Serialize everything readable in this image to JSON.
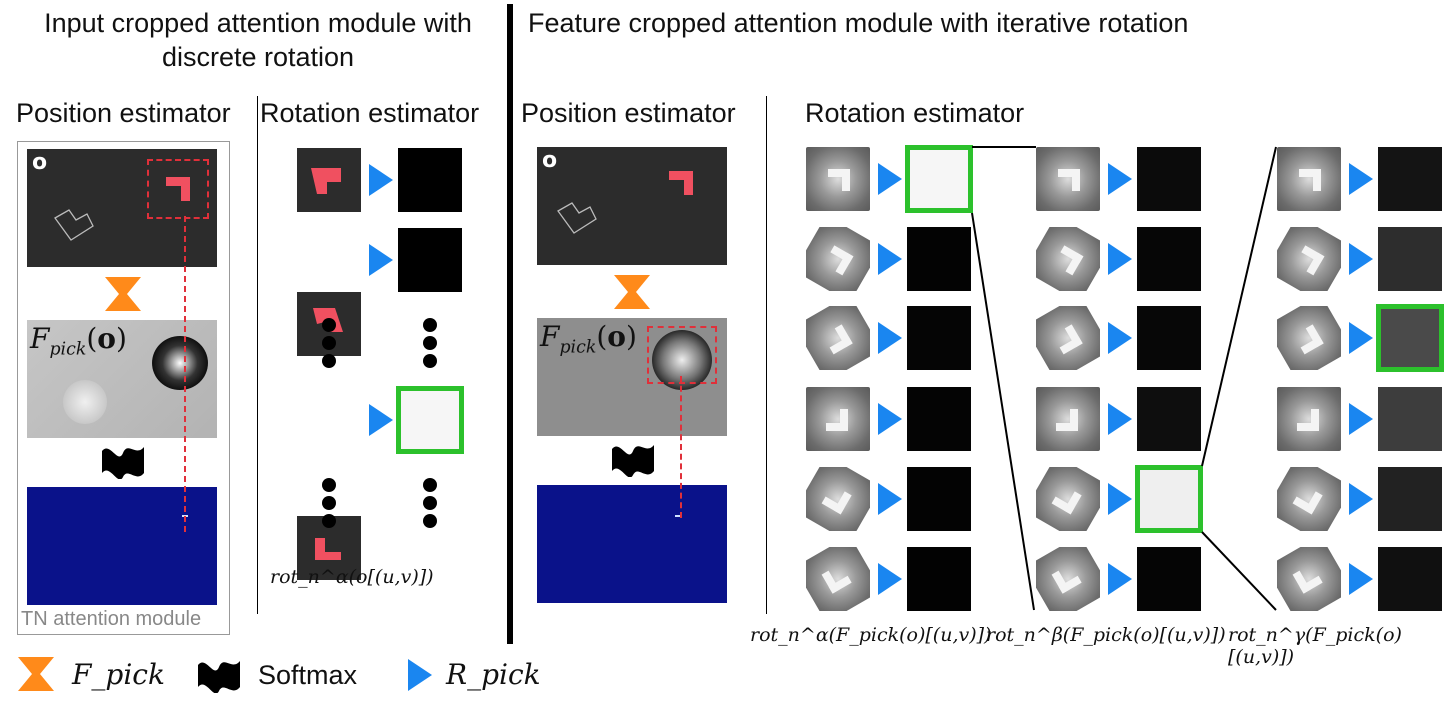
{
  "headers": {
    "left_title_line1": "Input cropped attention module with",
    "left_title_line2": "discrete rotation",
    "right_title": "Feature cropped attention module with iterative rotation",
    "pos_est_left": "Position estimator",
    "rot_est_left": "Rotation estimator",
    "pos_est_right": "Position estimator",
    "rot_est_right": "Rotation estimator"
  },
  "labels": {
    "obs_o": "o",
    "fpick_main": "F",
    "fpick_sub": "pick",
    "fpick_arg": "(o)",
    "tn_module": "TN attention module",
    "rot_alpha_input": "rot_n^α(o[(u,v)])",
    "rot_alpha_feat": "rot_n^α(F_pick(o)[(u,v)])",
    "rot_beta_feat": "rot_n^β(F_pick(o)[(u,v)])",
    "rot_gamma_feat": "rot_n^γ(F_pick(o)[(u,v)])"
  },
  "legend": {
    "fpick": "F_pick",
    "softmax": "Softmax",
    "rpick": "R_pick"
  },
  "colors": {
    "orange": "#ff8a1a",
    "blue_arrow": "#1a86f0",
    "selection_green": "#2cc12c",
    "attention_blue": "#0a128a",
    "crop_red": "#e0303a"
  },
  "outputs": {
    "column_alpha_shades": [
      "#f6f6f6",
      "#030303",
      "#050505",
      "#040404",
      "#030303",
      "#020202"
    ],
    "column_beta_shades": [
      "#0b0b0b",
      "#060606",
      "#070707",
      "#0e0e0e",
      "#efefef",
      "#050505"
    ],
    "column_gamma_shades": [
      "#141414",
      "#2d2d2d",
      "#4a4a4a",
      "#3d3d3d",
      "#222222",
      "#101010"
    ],
    "column_alpha_selected": 0,
    "column_beta_selected": 4,
    "column_gamma_selected": 2
  }
}
